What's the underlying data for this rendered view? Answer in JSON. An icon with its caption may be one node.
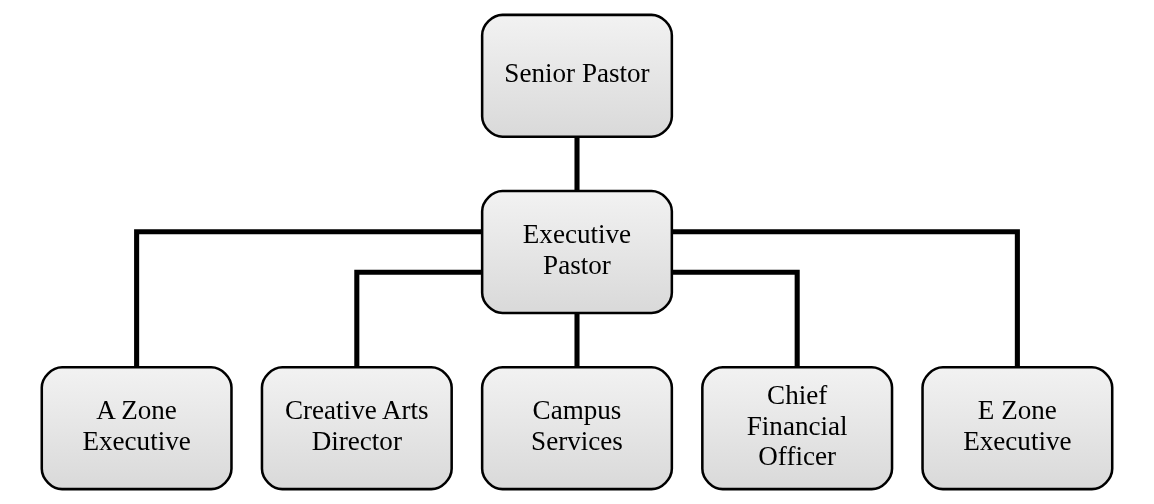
{
  "diagram": {
    "nodes": [
      {
        "text": [
          "Senior Pastor"
        ]
      },
      {
        "text": [
          "Executive Pastor"
        ]
      },
      {
        "text": [
          "A Zone Executive"
        ]
      },
      {
        "text": [
          "Creative Arts Director"
        ]
      },
      {
        "text": [
          "Campus Services"
        ]
      },
      {
        "text": [
          "Chief Financial Officer"
        ]
      },
      {
        "text": [
          "E Zone Executive"
        ]
      }
    ],
    "edges": [
      {
        "from": 0,
        "to": 1,
        "arrow": "none"
      },
      {
        "from": 1,
        "to": 2,
        "arrow": "none"
      },
      {
        "from": 1,
        "to": 3,
        "arrow": "none"
      },
      {
        "from": 1,
        "to": 4,
        "arrow": "none"
      },
      {
        "from": 1,
        "to": 5,
        "arrow": "none"
      },
      {
        "from": 1,
        "to": 6,
        "arrow": "none"
      }
    ]
  }
}
